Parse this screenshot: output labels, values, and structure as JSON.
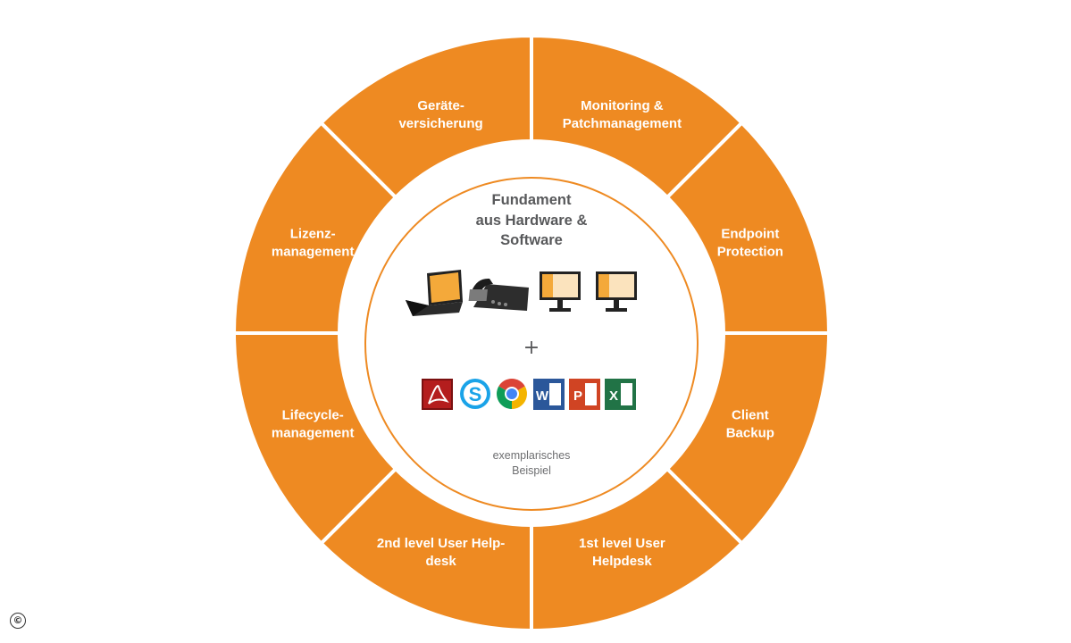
{
  "segments": [
    {
      "lines": [
        "Monitoring &",
        "Patchmanagement"
      ]
    },
    {
      "lines": [
        "Endpoint",
        "Protection"
      ]
    },
    {
      "lines": [
        "Client",
        "Backup"
      ]
    },
    {
      "lines": [
        "1st level User",
        "Helpdesk"
      ]
    },
    {
      "lines": [
        "2nd level User Help-",
        "desk"
      ]
    },
    {
      "lines": [
        "Lifecycle-",
        "management"
      ]
    },
    {
      "lines": [
        "Lizenz-",
        "management"
      ]
    },
    {
      "lines": [
        "Geräte-",
        "versicherung"
      ]
    }
  ],
  "center": {
    "title_lines": [
      "Fundament",
      "aus Hardware &",
      "Software"
    ],
    "plus": "+",
    "note_lines": [
      "exemplarisches",
      "Beispiel"
    ]
  },
  "software_icons": [
    "acrobat-icon",
    "skype-icon",
    "chrome-icon",
    "word-icon",
    "powerpoint-icon",
    "excel-icon"
  ],
  "hardware_icons": [
    "laptop-icon",
    "desk-phone-icon",
    "monitor-icon",
    "monitor-icon"
  ],
  "copyright": "©",
  "colors": {
    "accent": "#ee8a22",
    "text_gray": "#58595b"
  }
}
